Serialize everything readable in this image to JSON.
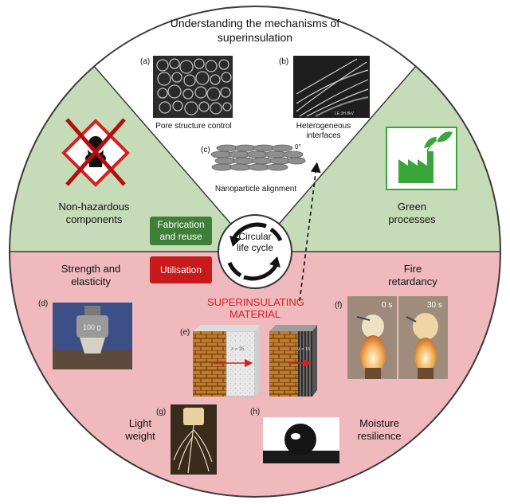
{
  "title": "Understanding the mechanisms of superinsulation",
  "panels": {
    "a": {
      "letter": "(a)",
      "caption": "Pore structure control"
    },
    "b": {
      "letter": "(b)",
      "caption": "Heterogeneous interfaces"
    },
    "c": {
      "letter": "(c)",
      "caption": "Nanoparticle alignment",
      "angle": "0°"
    },
    "d": {
      "letter": "(d)",
      "weight": "100 g"
    },
    "e": {
      "letter": "(e)",
      "lambda1": "λ = 35",
      "lambda2": "λ = 15"
    },
    "f": {
      "letter": "(f)",
      "t0": "0 s",
      "t30": "30 s"
    },
    "g": {
      "letter": "(g)"
    },
    "h": {
      "letter": "(h)"
    }
  },
  "sectors": {
    "non_hazardous": "Non-hazardous components",
    "green": "Green processes",
    "strength": "Strength and elasticity",
    "fire": "Fire retardancy",
    "light": "Light weight",
    "moisture": "Moisture resilience"
  },
  "center": {
    "circular": "Circular life cycle",
    "fabrication": "Fabrication and reuse",
    "utilisation": "Utilisation"
  },
  "material": "SUPERINSULATING MATERIAL",
  "colors": {
    "green_sector": "#c6dcb8",
    "pink_sector": "#efb9bd",
    "outline": "#3a3a3a",
    "fabrication_btn": "#3f7f37",
    "utilisation_btn": "#c8191b",
    "accent_red": "#d42020",
    "icon_green": "#3aa63a"
  }
}
